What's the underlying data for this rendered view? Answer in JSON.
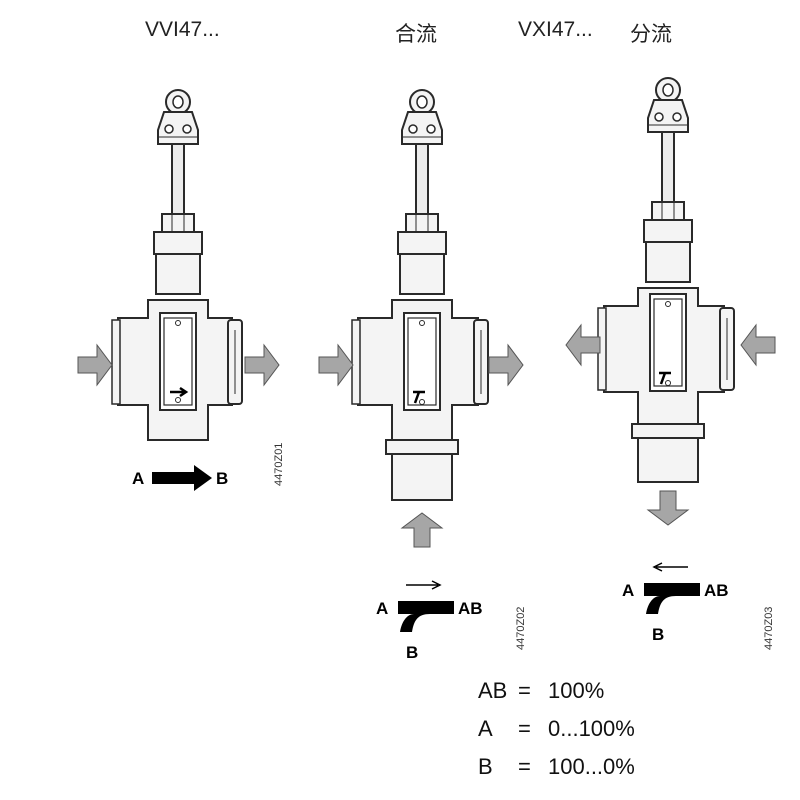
{
  "headers": {
    "vvi": "VVI47...",
    "mixing": "合流",
    "vxi": "VXI47...",
    "diverting": "分流"
  },
  "figures": {
    "fig1": {
      "code": "4470Z01",
      "port_a": "A",
      "port_b": "B"
    },
    "fig2": {
      "code": "4470Z02",
      "port_a": "A",
      "port_ab": "AB",
      "port_b": "B"
    },
    "fig3": {
      "code": "4470Z03",
      "port_a": "A",
      "port_ab": "AB",
      "port_b": "B"
    }
  },
  "legend": [
    {
      "port": "AB",
      "eq": "=",
      "value": "100%"
    },
    {
      "port": "A",
      "eq": "=",
      "value": "0...100%"
    },
    {
      "port": "B",
      "eq": "=",
      "value": "100...0%"
    }
  ],
  "colors": {
    "arrow_fill": "#a6a6a6",
    "outline": "#2a2a2a",
    "body_fill": "#f4f4f4"
  }
}
